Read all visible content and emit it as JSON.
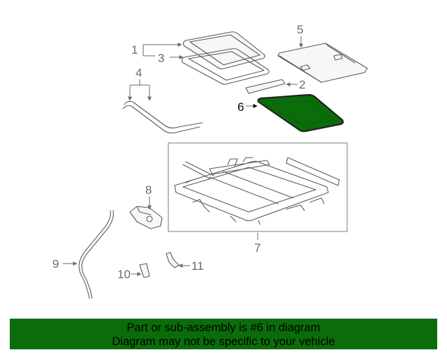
{
  "diagram": {
    "highlight_color": "#0a6d0a",
    "callouts": {
      "c1": "1",
      "c2": "2",
      "c3": "3",
      "c4": "4",
      "c5": "5",
      "c6": "6",
      "c7": "7",
      "c8": "8",
      "c9": "9",
      "c10": "10",
      "c11": "11"
    },
    "highlighted_part": "6"
  },
  "banner": {
    "background": "#0a6d0a",
    "line1": "Part or sub-assembly is #6 in diagram",
    "line2": "Diagram may not be specific to your vehicle"
  }
}
